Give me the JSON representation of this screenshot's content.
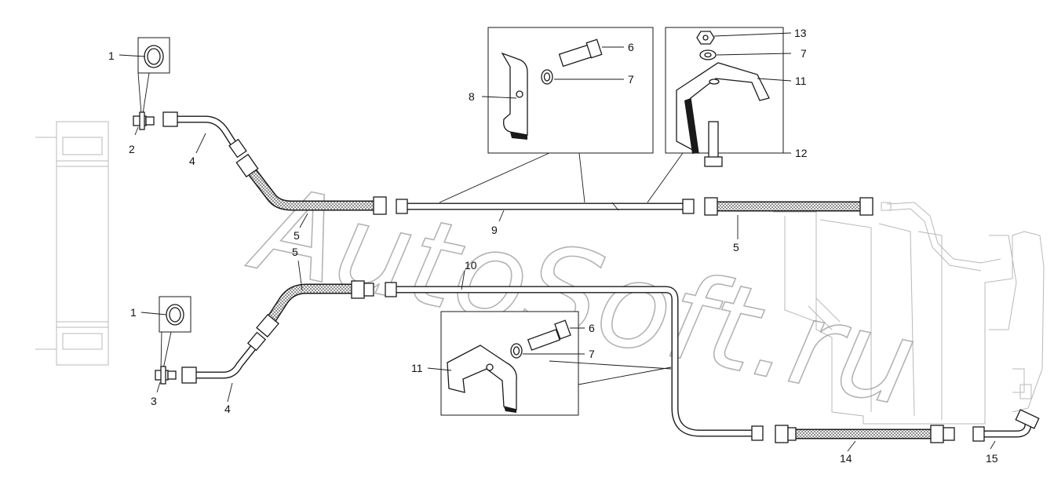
{
  "watermark": "AutoSoft.ru",
  "callouts": {
    "c1a": "1",
    "c2": "2",
    "c4a": "4",
    "c5a": "5",
    "c5b": "5",
    "c6a": "6",
    "c7a": "7",
    "c8": "8",
    "c9": "9",
    "c13": "13",
    "c7b": "7",
    "c11a": "11",
    "c12": "12",
    "c1b": "1",
    "c3": "3",
    "c4b": "4",
    "c10": "10",
    "c6b": "6",
    "c7c": "7",
    "c11b": "11",
    "c14": "14",
    "c15": "15"
  },
  "colors": {
    "line": "#1a1a1a",
    "ghost": "#b8b8b8",
    "watermark": "#9a9a9a"
  }
}
